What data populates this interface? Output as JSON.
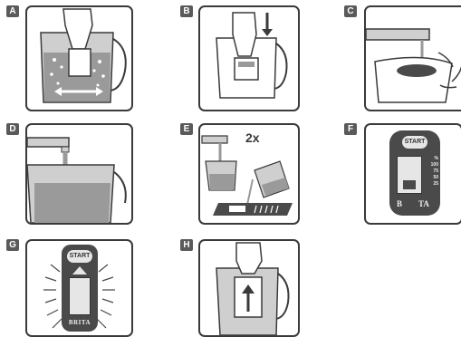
{
  "steps": [
    {
      "letter": "A"
    },
    {
      "letter": "B"
    },
    {
      "letter": "C"
    },
    {
      "letter": "D"
    },
    {
      "letter": "E",
      "annotation": "2x"
    },
    {
      "letter": "F",
      "device": {
        "button": "START",
        "scale": [
          "%",
          "100",
          "75",
          "50",
          "25"
        ],
        "brand_left": "B",
        "brand_right": "TA"
      }
    },
    {
      "letter": "G",
      "device": {
        "button": "START",
        "brand": "BRITA"
      }
    },
    {
      "letter": "H"
    }
  ],
  "colors": {
    "outline": "#3a3a3a",
    "gray": "#9a9a9a",
    "light_gray": "#cfcfcf",
    "dark": "#4a4a4a",
    "badge": "#5a5a5a"
  }
}
